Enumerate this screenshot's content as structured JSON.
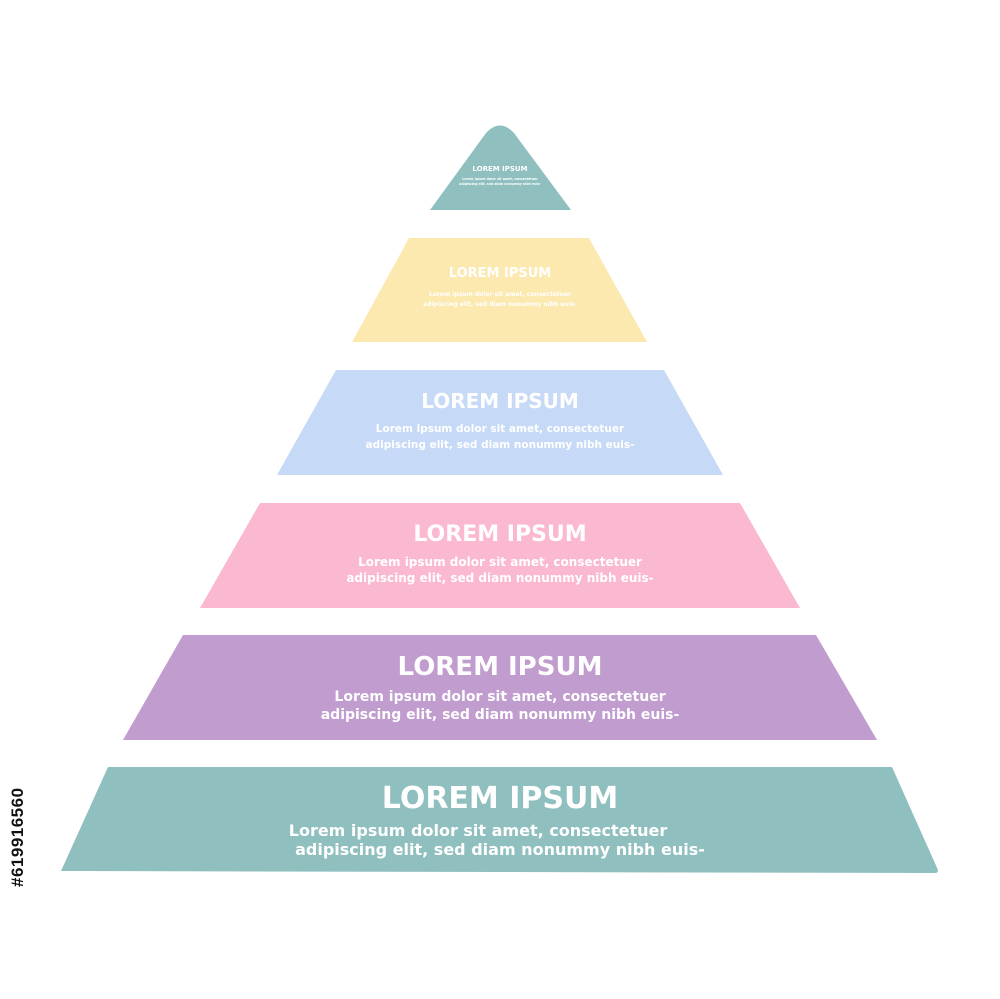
{
  "pyramid": {
    "levels": [
      {
        "title": "LOREM IPSUM",
        "line1": "Lorem ipsum dolor sit amet, consectetuer",
        "line2": "adipiscing elit, sed diam nonummy nibh euis-",
        "color": "#8fbfbe"
      },
      {
        "title": "LOREM IPSUM",
        "line1": "Lorem ipsum dolor sit amet, consectetuer",
        "line2": "adipiscing elit, sed diam nonummy nibh euis-",
        "color": "#fbe9b0"
      },
      {
        "title": "LOREM IPSUM",
        "line1": "Lorem ipsum dolor sit amet, consectetuer",
        "line2": "adipiscing elit, sed diam nonummy nibh euis-",
        "color": "#c6d9f6"
      },
      {
        "title": "LOREM IPSUM",
        "line1": "Lorem ipsum dolor sit amet, consectetuer",
        "line2": "adipiscing elit, sed diam nonummy nibh euis-",
        "color": "#fab8d1"
      },
      {
        "title": "LOREM IPSUM",
        "line1": "Lorem ipsum dolor sit amet, consectetuer",
        "line2": "adipiscing elit, sed diam nonummy nibh euis-",
        "color": "#c09ccf"
      },
      {
        "title": "LOREM IPSUM",
        "line1": "Lorem ipsum dolor sit amet, consectetuer",
        "line2": "adipiscing elit, sed diam nonummy nibh euis-",
        "color": "#8fbfbe"
      }
    ]
  },
  "stock_id": "#619916560"
}
